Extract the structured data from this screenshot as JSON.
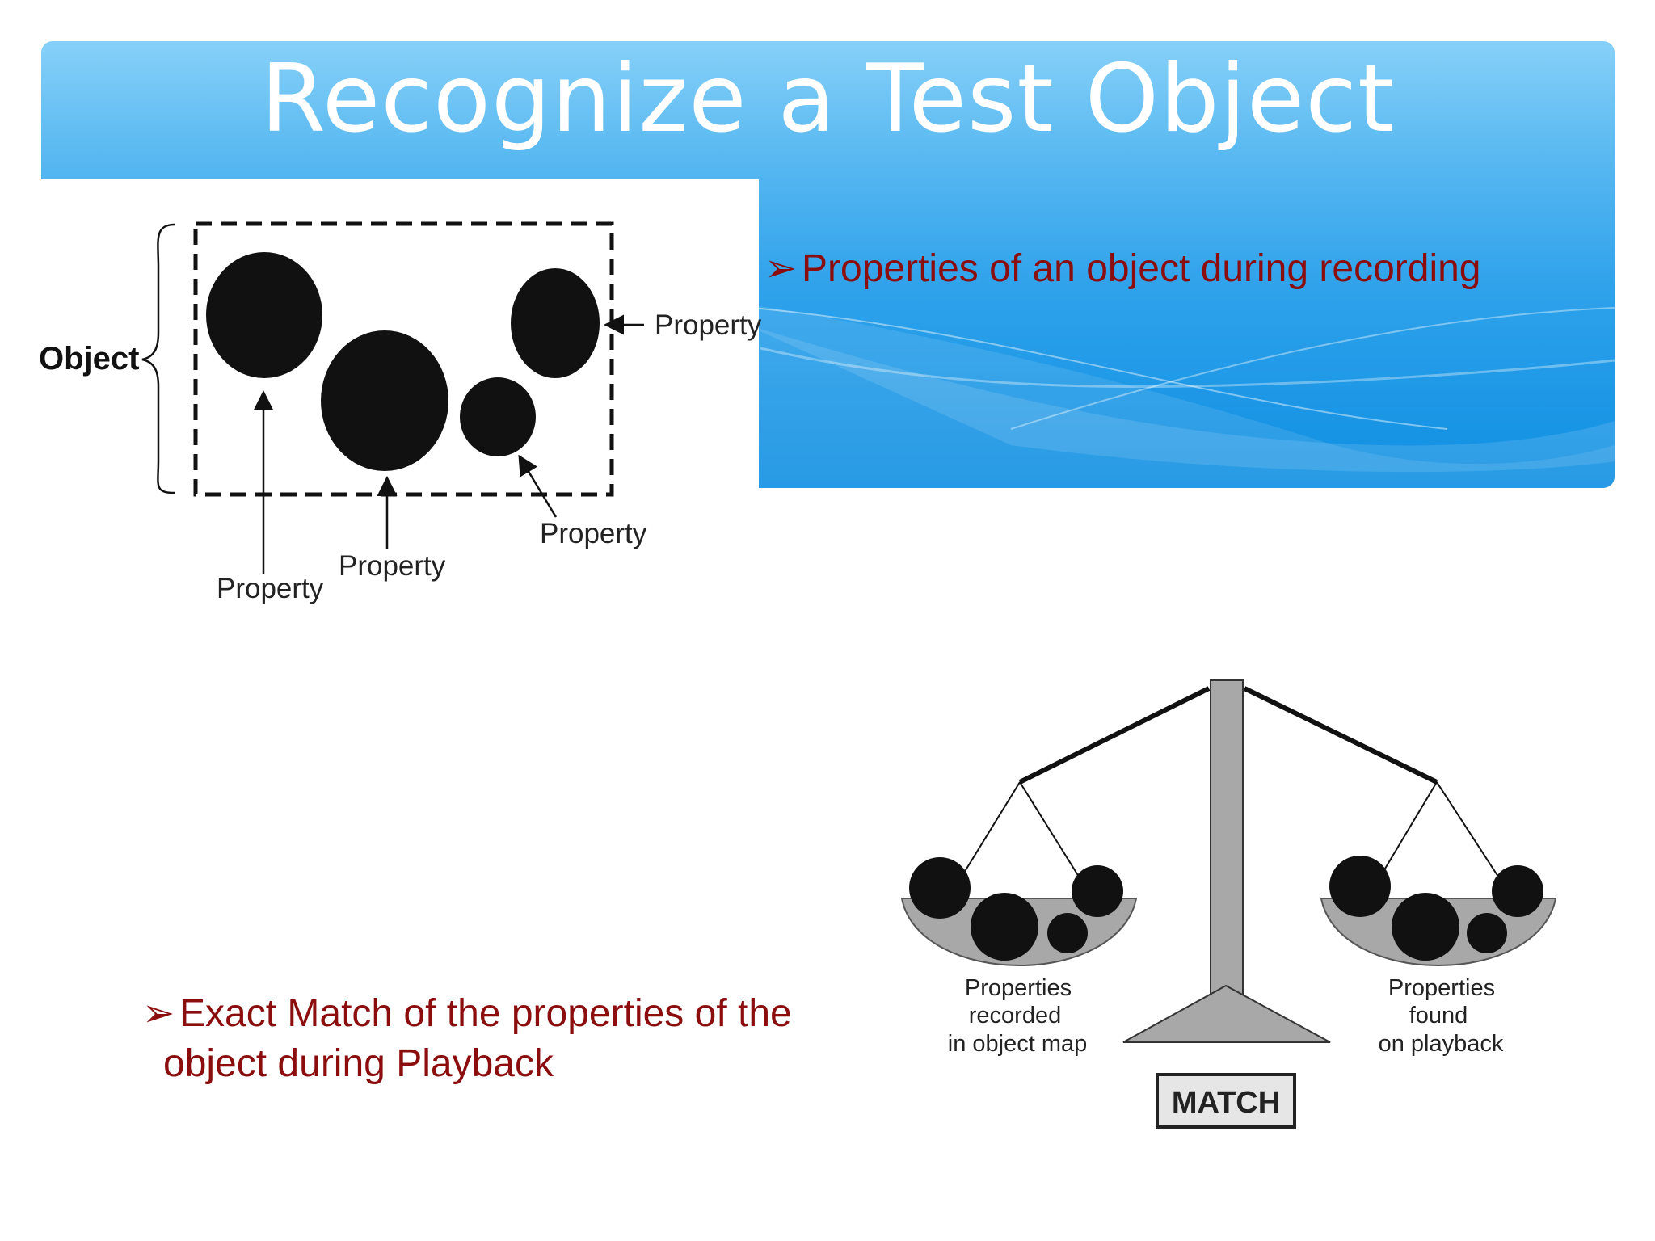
{
  "slide": {
    "title": "Recognize a Test Object",
    "bullet_marker": "➢",
    "bullets": [
      {
        "text": "Properties of an object during recording"
      },
      {
        "line1": "Exact Match of the properties of  the",
        "line2": "object during Playback"
      }
    ]
  },
  "object_diagram": {
    "object_label": "Object",
    "property_label": "Property"
  },
  "scale_diagram": {
    "left_caption": [
      "Properties",
      "recorded",
      "in object map"
    ],
    "right_caption": [
      "Properties",
      "found",
      "on playback"
    ],
    "match_label": "MATCH"
  },
  "colors": {
    "banner_light": "#86d0f8",
    "banner_dark": "#0f8fe2",
    "bullet_text": "#8b0d0d",
    "scale_gray": "#a8a8a8"
  }
}
